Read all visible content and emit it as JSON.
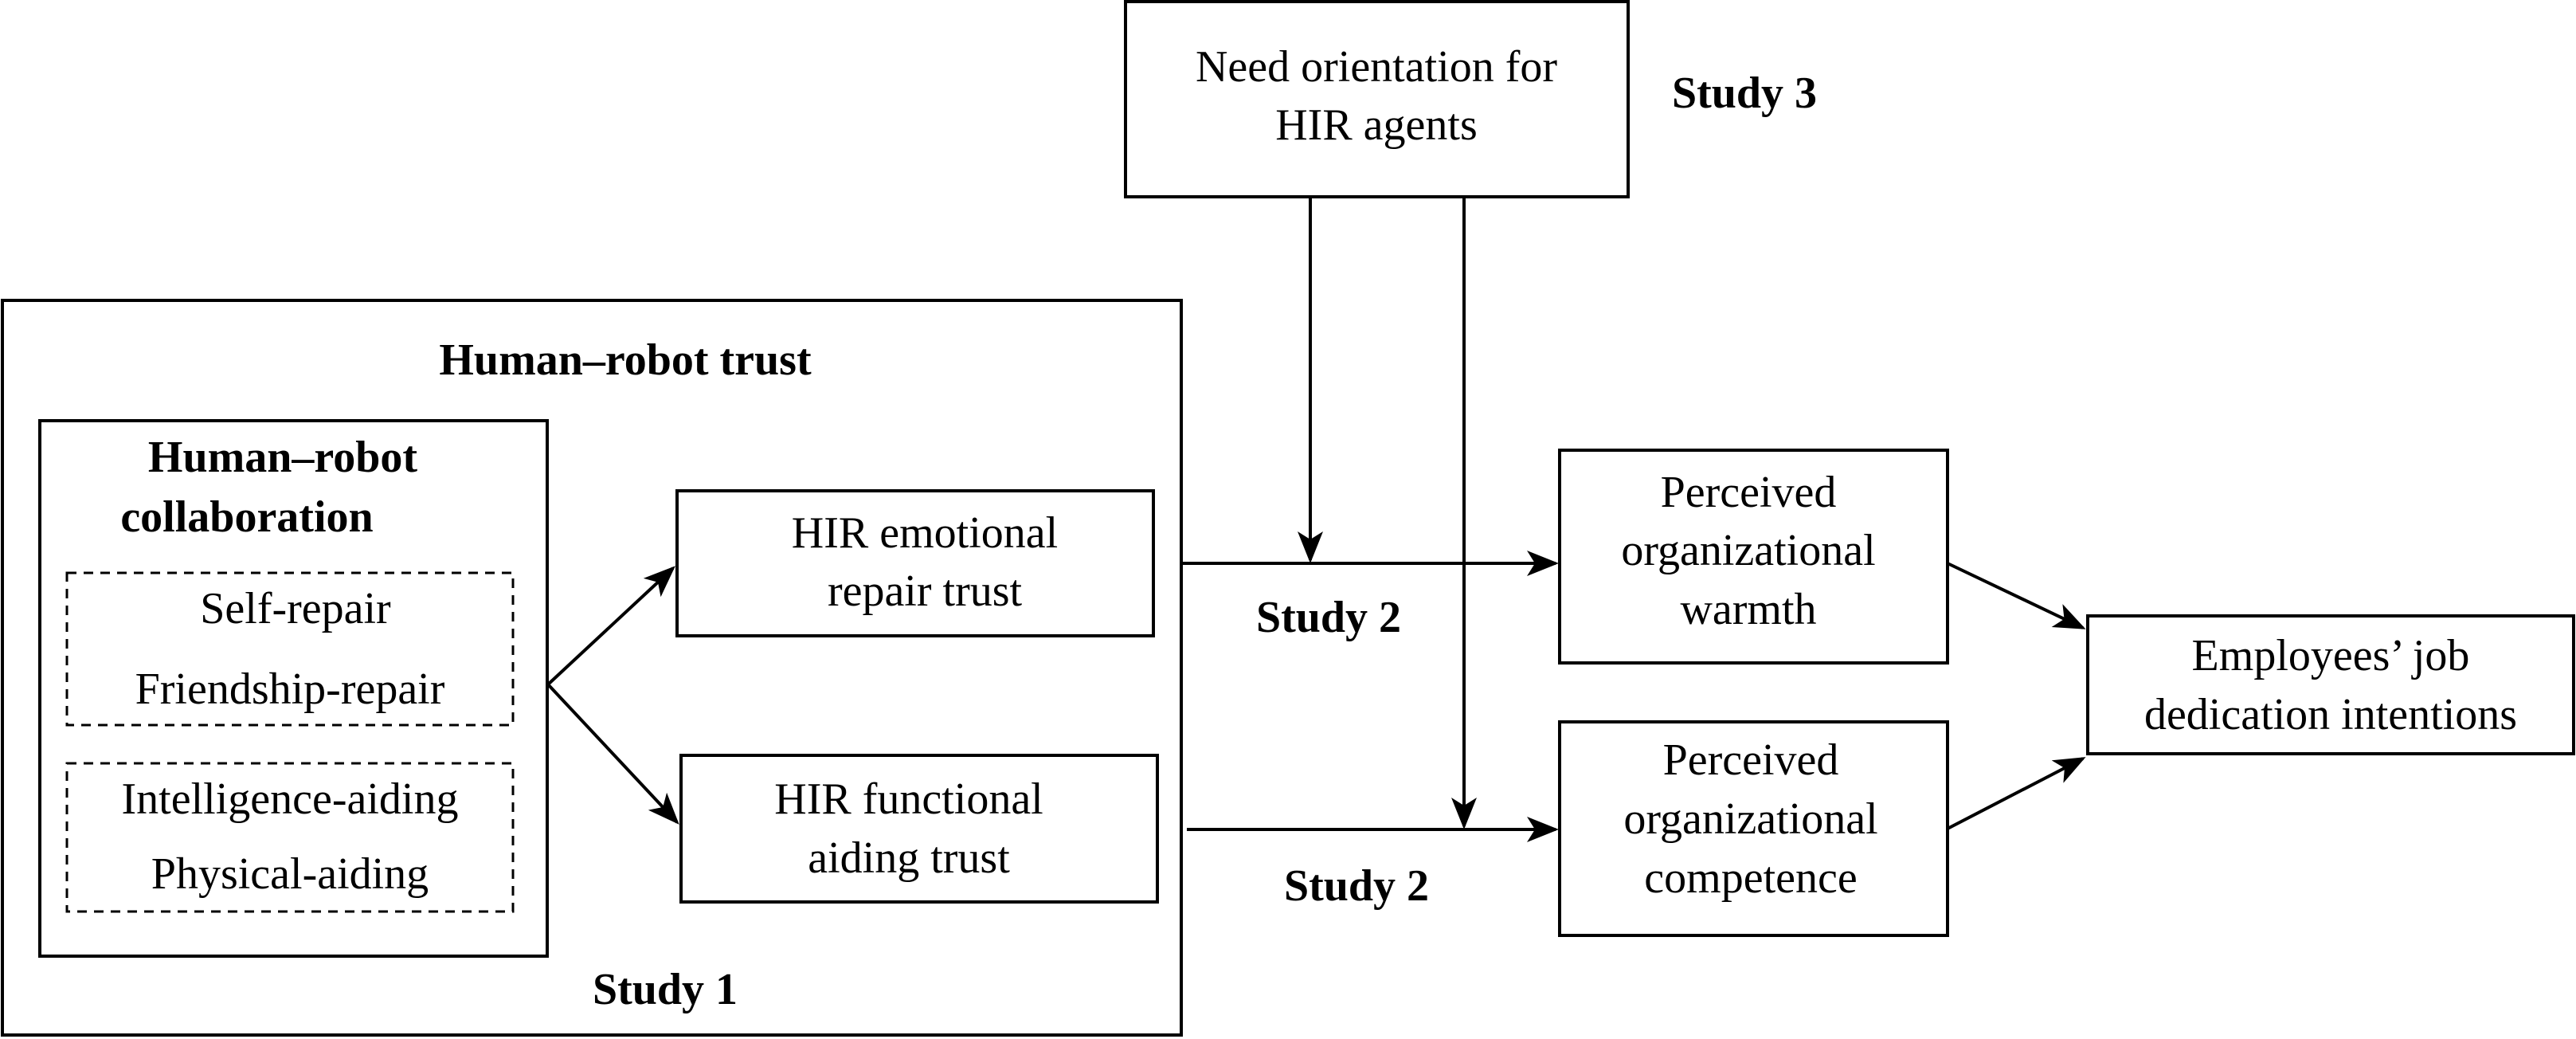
{
  "diagram": {
    "study3": {
      "box_line1": "Need orientation for",
      "box_line2": "HIR agents",
      "label": "Study 3"
    },
    "trust_group": {
      "title": "Human–robot trust",
      "study_label": "Study 1",
      "collaboration": {
        "title_line1": "Human–robot",
        "title_line2": "collaboration",
        "repair_items": [
          "Self-repair",
          "Friendship-repair"
        ],
        "aiding_items": [
          "Intelligence-aiding",
          "Physical-aiding"
        ]
      },
      "emotional_trust": {
        "line1": "HIR emotional",
        "line2": "repair trust"
      },
      "functional_trust": {
        "line1": "HIR functional",
        "line2": "aiding trust"
      }
    },
    "study2_labels": [
      "Study 2",
      "Study 2"
    ],
    "warmth": {
      "line1": "Perceived",
      "line2": "organizational",
      "line3": "warmth"
    },
    "competence": {
      "line1": "Perceived",
      "line2": "organizational",
      "line3": "competence"
    },
    "outcome": {
      "line1": "Employees’ job",
      "line2": "dedication intentions"
    }
  }
}
